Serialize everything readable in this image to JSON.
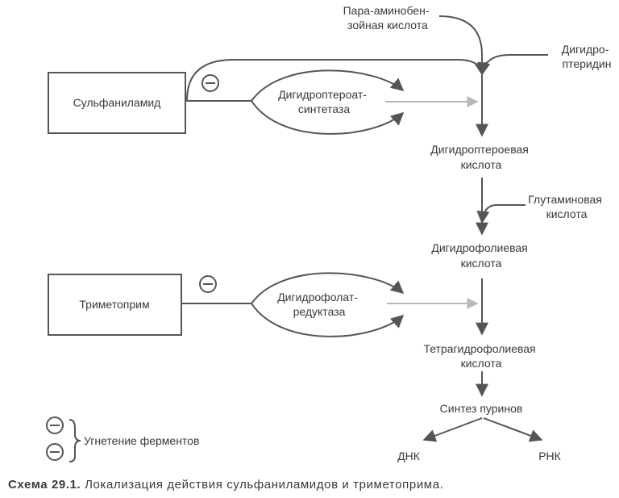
{
  "nodes": {
    "paba": [
      "Пара-аминобен-",
      "зойная кислота"
    ],
    "dihydropteridine": [
      "Дигидро-",
      "птеридин"
    ],
    "sulfanilamide": "Сульфаниламид",
    "dhps": [
      "Дигидроптероат-",
      "синтетаза"
    ],
    "dihydropteroic_acid": [
      "Дигидроптероевая",
      "кислота"
    ],
    "glutamic_acid": [
      "Глутаминовая",
      "кислота"
    ],
    "dihydrofolic_acid": [
      "Дигидрофолиевая",
      "кислота"
    ],
    "trimethoprim": "Триметоприм",
    "dhfr": [
      "Дигидрофолат-",
      "редуктаза"
    ],
    "tetrahydrofolic_acid": [
      "Тетрагидрофолиевая",
      "кислота"
    ],
    "purine_synthesis": "Синтез пуринов",
    "dna": "ДНК",
    "rna": "РНК"
  },
  "legend": {
    "label": "Угнетение ферментов"
  },
  "caption": {
    "number": "Схема 29.1.",
    "text": " Локализация действия сульфаниламидов и триметоприма."
  },
  "colors": {
    "line": "#555555",
    "faint_arrow": "#b8b8b8",
    "text": "#3a3a3a"
  }
}
